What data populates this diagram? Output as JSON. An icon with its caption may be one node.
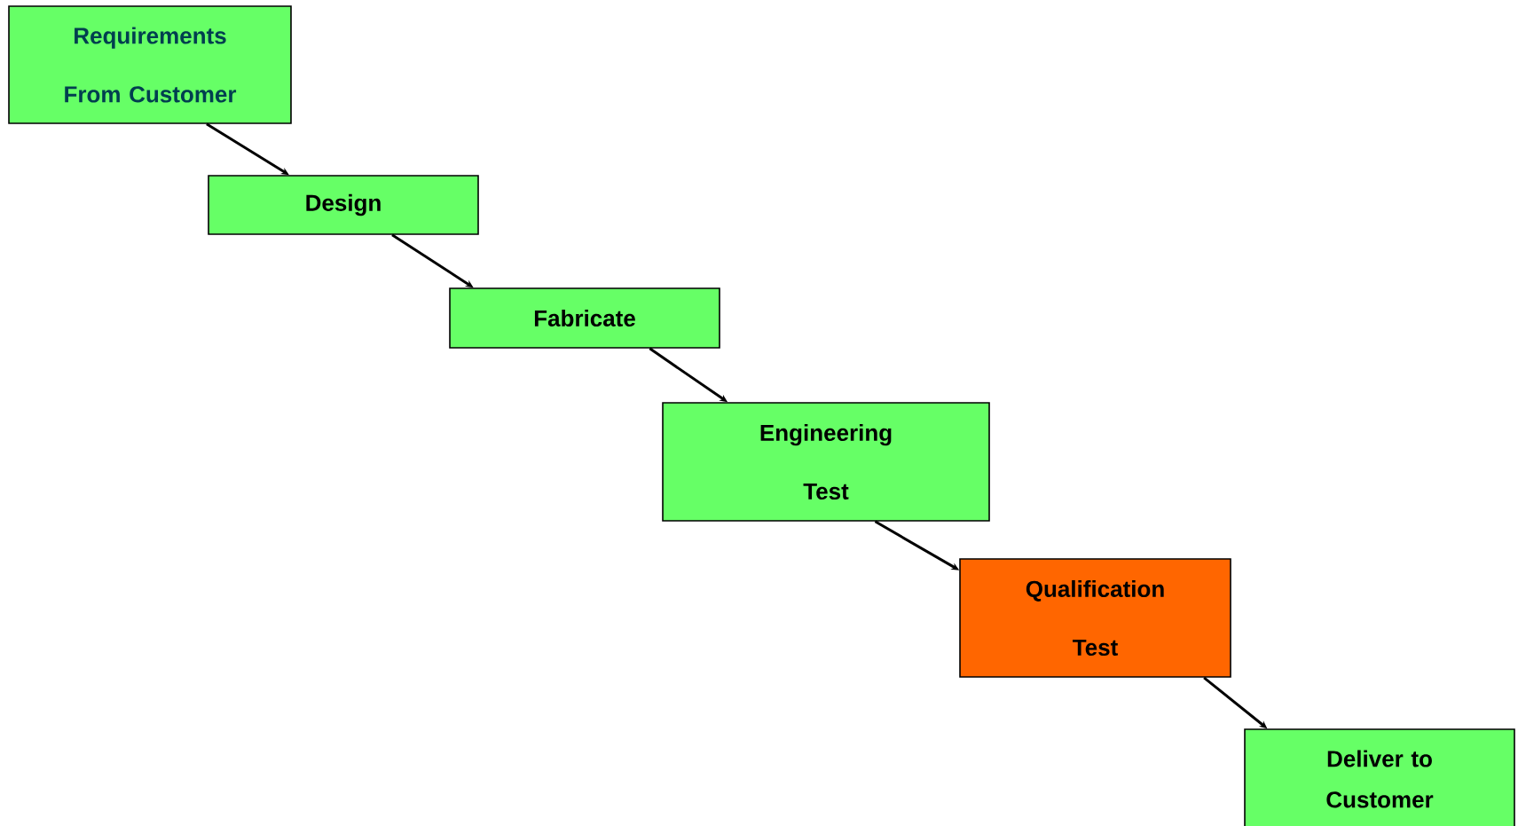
{
  "diagram": {
    "nodes": [
      {
        "text": [
          "Requirements From Customer"
        ]
      },
      {
        "text": [
          "Design"
        ]
      },
      {
        "text": [
          "Fabricate"
        ]
      },
      {
        "text": [
          "Engineering Test"
        ]
      },
      {
        "text": [
          "Qualification Test"
        ]
      },
      {
        "text": [
          "Deliver to Customer"
        ]
      }
    ],
    "edges": [
      {
        "from": 0,
        "to": 1,
        "arrow": "to"
      },
      {
        "from": 1,
        "to": 2,
        "arrow": "to"
      },
      {
        "from": 2,
        "to": 3,
        "arrow": "to"
      },
      {
        "from": 3,
        "to": 4,
        "arrow": "to"
      },
      {
        "from": 4,
        "to": 5,
        "arrow": "to"
      }
    ]
  }
}
